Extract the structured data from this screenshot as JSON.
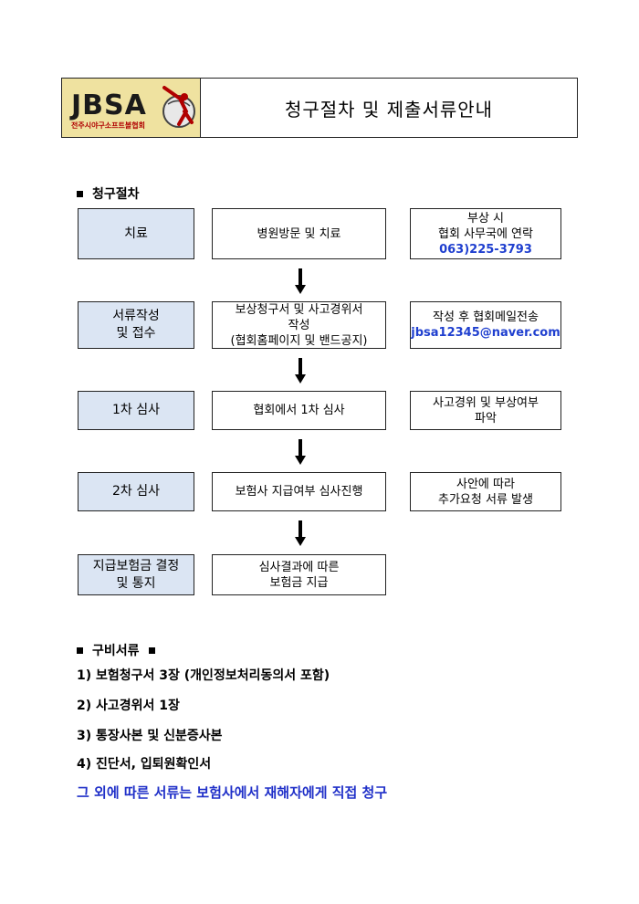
{
  "header": {
    "logo_text": "JBSA",
    "logo_sub": "전주시야구소프트볼협회",
    "title": "청구절차 및 제출서류안내"
  },
  "procedure": {
    "heading": "청구절차",
    "rows": [
      {
        "step": [
          "치료"
        ],
        "action": [
          "병원방문 및 치료"
        ],
        "note": [
          "부상 시",
          "협회 사무국에 연락"
        ],
        "note_highlight": "063)225-3793"
      },
      {
        "step": [
          "서류작성",
          "및 접수"
        ],
        "action": [
          "보상청구서 및 사고경위서",
          "작성",
          "(협회홈페이지 및 밴드공지)"
        ],
        "note": [
          "작성 후 협회메일전송"
        ],
        "note_highlight": "jbsa12345@naver.com"
      },
      {
        "step": [
          "1차 심사"
        ],
        "action": [
          "협회에서 1차 심사"
        ],
        "note": [
          "사고경위 및 부상여부",
          "파악"
        ],
        "note_highlight": ""
      },
      {
        "step": [
          "2차 심사"
        ],
        "action": [
          "보험사 지급여부 심사진행"
        ],
        "note": [
          "사안에 따라",
          "추가요청 서류 발생"
        ],
        "note_highlight": ""
      },
      {
        "step": [
          "지급보험금 결정",
          "및 통지"
        ],
        "action": [
          "심사결과에 따른",
          "보험금 지급"
        ],
        "note": [],
        "note_highlight": ""
      }
    ]
  },
  "documents": {
    "heading": "구비서류",
    "items": [
      "1) 보험청구서 3장 (개인정보처리동의서 포함)",
      "2) 사고경위서 1장",
      "3) 통장사본 및 신분증사본",
      "4) 진단서, 입퇴원확인서"
    ],
    "note": "그 외에 따른 서류는 보험사에서 재해자에게 직접 청구"
  },
  "colors": {
    "step_fill": "#dbe5f3",
    "logo_fill": "#efe2a0",
    "highlight_text": "#1f3fcf",
    "note_text": "#1f2fc8"
  }
}
